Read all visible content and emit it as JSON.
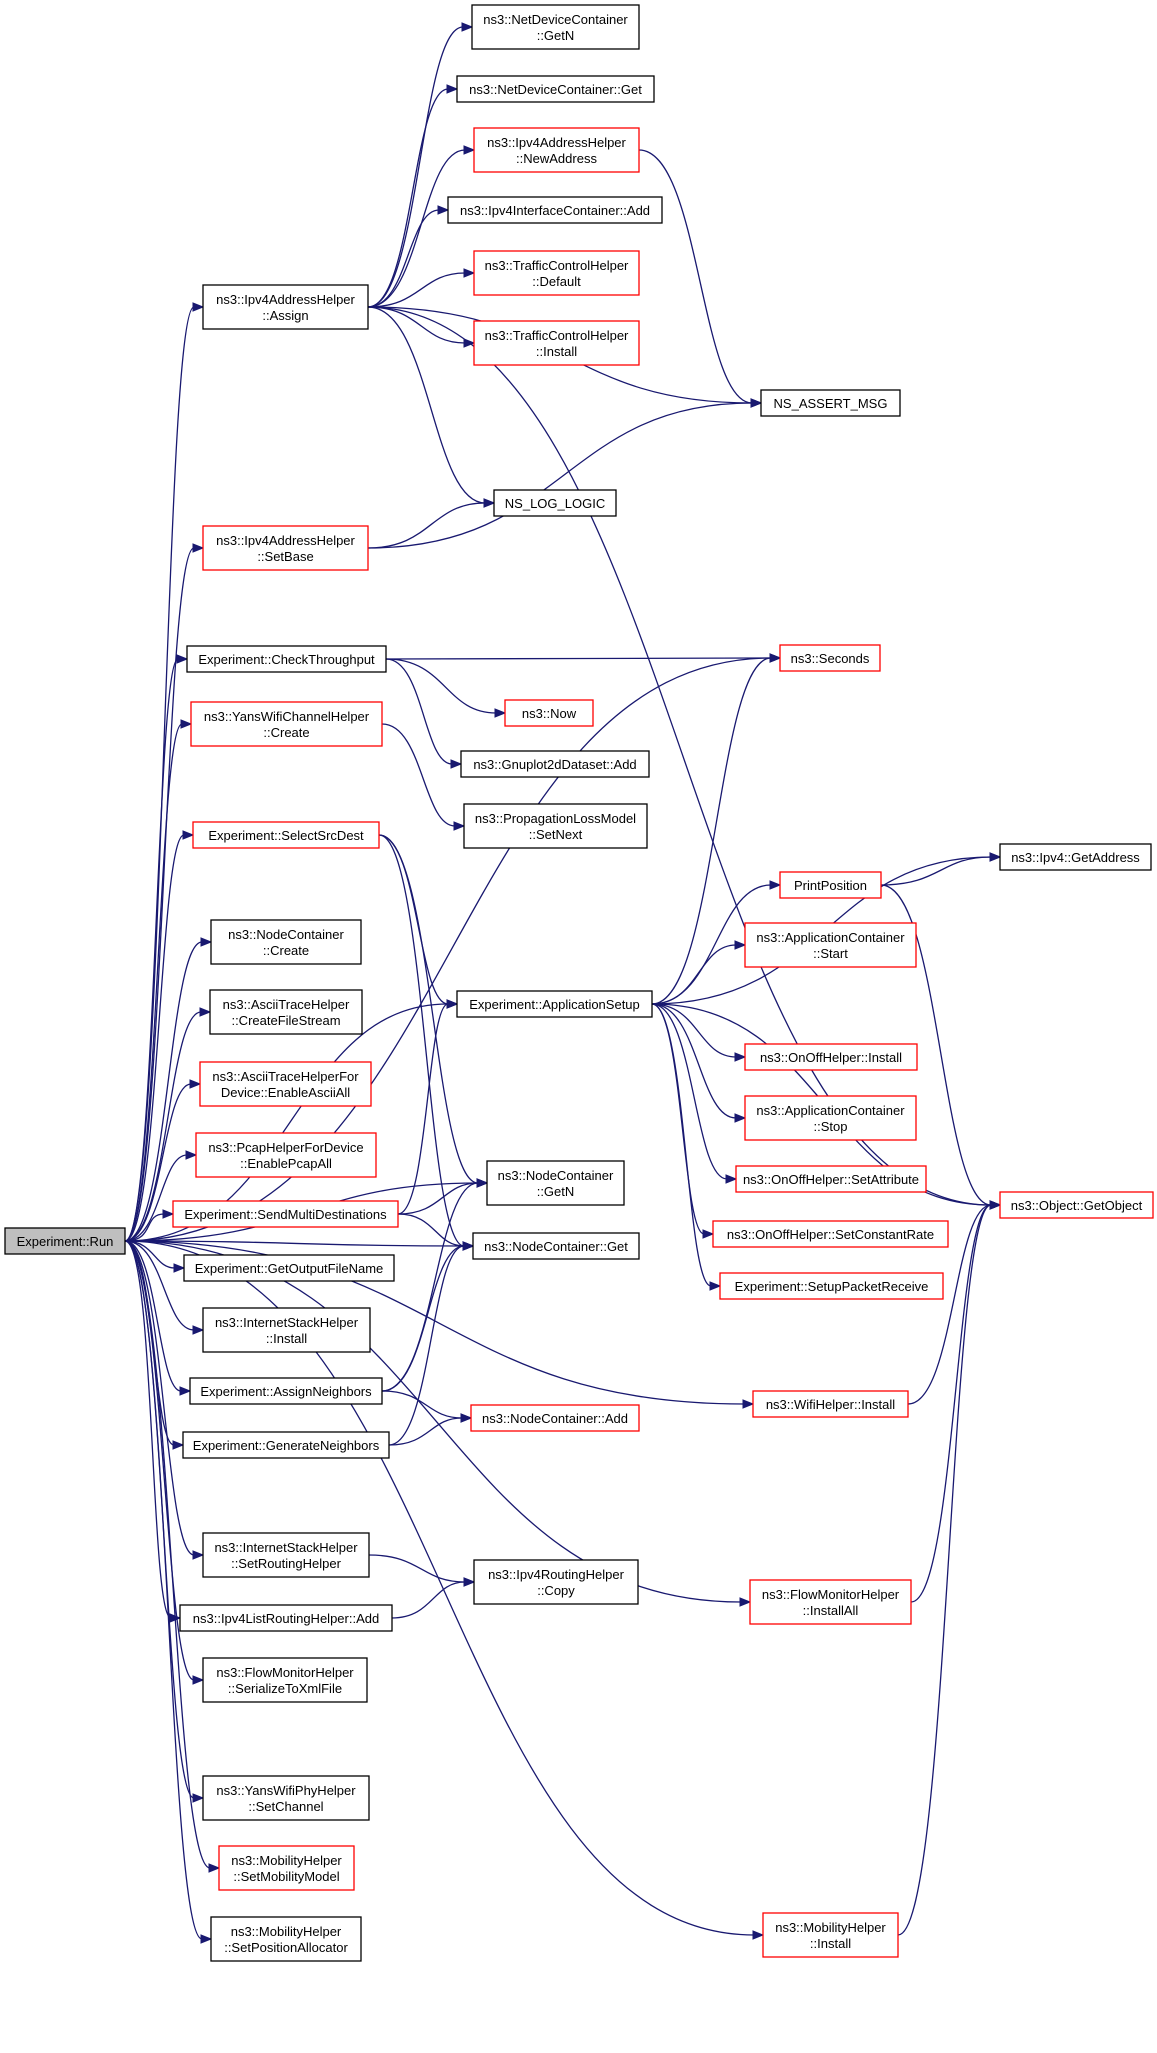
{
  "colors": {
    "edge": "#191970",
    "root_fill": "#bfbfbf",
    "documented": "#000000",
    "undocumented": "#ff0000"
  },
  "nodes": {
    "run": {
      "lines": [
        "Experiment::Run"
      ],
      "border": "#000000",
      "fill": "#bfbfbf"
    },
    "ipv4_assign": {
      "lines": [
        "ns3::Ipv4AddressHelper",
        "::Assign"
      ],
      "border": "#000000"
    },
    "ipv4_setbase": {
      "lines": [
        "ns3::Ipv4AddressHelper",
        "::SetBase"
      ],
      "border": "#ff0000"
    },
    "check_throughput": {
      "lines": [
        "Experiment::CheckThroughput"
      ],
      "border": "#000000"
    },
    "yans_channel_create": {
      "lines": [
        "ns3::YansWifiChannelHelper",
        "::Create"
      ],
      "border": "#ff0000"
    },
    "select_src_dest": {
      "lines": [
        "Experiment::SelectSrcDest"
      ],
      "border": "#ff0000"
    },
    "nodecontainer_create": {
      "lines": [
        "ns3::NodeContainer",
        "::Create"
      ],
      "border": "#000000"
    },
    "ascii_create_stream": {
      "lines": [
        "ns3::AsciiTraceHelper",
        "::CreateFileStream"
      ],
      "border": "#000000"
    },
    "ascii_enable_all": {
      "lines": [
        "ns3::AsciiTraceHelperFor",
        "Device::EnableAsciiAll"
      ],
      "border": "#ff0000"
    },
    "pcap_enable_all": {
      "lines": [
        "ns3::PcapHelperForDevice",
        "::EnablePcapAll"
      ],
      "border": "#ff0000"
    },
    "send_multi": {
      "lines": [
        "Experiment::SendMultiDestinations"
      ],
      "border": "#ff0000"
    },
    "get_output_file": {
      "lines": [
        "Experiment::GetOutputFileName"
      ],
      "border": "#000000"
    },
    "internet_install": {
      "lines": [
        "ns3::InternetStackHelper",
        "::Install"
      ],
      "border": "#000000"
    },
    "assign_neighbors": {
      "lines": [
        "Experiment::AssignNeighbors"
      ],
      "border": "#000000"
    },
    "generate_neighbors": {
      "lines": [
        "Experiment::GenerateNeighbors"
      ],
      "border": "#000000"
    },
    "internet_set_routing": {
      "lines": [
        "ns3::InternetStackHelper",
        "::SetRoutingHelper"
      ],
      "border": "#000000"
    },
    "ipv4list_add": {
      "lines": [
        "ns3::Ipv4ListRoutingHelper::Add"
      ],
      "border": "#000000"
    },
    "flowmon_serialize": {
      "lines": [
        "ns3::FlowMonitorHelper",
        "::SerializeToXmlFile"
      ],
      "border": "#000000"
    },
    "yans_phy_setchannel": {
      "lines": [
        "ns3::YansWifiPhyHelper",
        "::SetChannel"
      ],
      "border": "#000000"
    },
    "mobility_set_model": {
      "lines": [
        "ns3::MobilityHelper",
        "::SetMobilityModel"
      ],
      "border": "#ff0000"
    },
    "mobility_set_pos": {
      "lines": [
        "ns3::MobilityHelper",
        "::SetPositionAllocator"
      ],
      "border": "#000000"
    },
    "netdev_getn": {
      "lines": [
        "ns3::NetDeviceContainer",
        "::GetN"
      ],
      "border": "#000000"
    },
    "netdev_get": {
      "lines": [
        "ns3::NetDeviceContainer::Get"
      ],
      "border": "#000000"
    },
    "ipv4_newaddress": {
      "lines": [
        "ns3::Ipv4AddressHelper",
        "::NewAddress"
      ],
      "border": "#ff0000"
    },
    "ipv4if_add": {
      "lines": [
        "ns3::Ipv4InterfaceContainer::Add"
      ],
      "border": "#000000"
    },
    "tc_default": {
      "lines": [
        "ns3::TrafficControlHelper",
        "::Default"
      ],
      "border": "#ff0000"
    },
    "tc_install": {
      "lines": [
        "ns3::TrafficControlHelper",
        "::Install"
      ],
      "border": "#ff0000"
    },
    "ns_assert_msg": {
      "lines": [
        "NS_ASSERT_MSG"
      ],
      "border": "#000000"
    },
    "ns_log_logic": {
      "lines": [
        "NS_LOG_LOGIC"
      ],
      "border": "#000000"
    },
    "seconds": {
      "lines": [
        "ns3::Seconds"
      ],
      "border": "#ff0000"
    },
    "now": {
      "lines": [
        "ns3::Now"
      ],
      "border": "#ff0000"
    },
    "gnuplot_add": {
      "lines": [
        "ns3::Gnuplot2dDataset::Add"
      ],
      "border": "#000000"
    },
    "proploss_setnext": {
      "lines": [
        "ns3::PropagationLossModel",
        "::SetNext"
      ],
      "border": "#000000"
    },
    "app_setup": {
      "lines": [
        "Experiment::ApplicationSetup"
      ],
      "border": "#000000"
    },
    "nc_getn": {
      "lines": [
        "ns3::NodeContainer",
        "::GetN"
      ],
      "border": "#000000"
    },
    "nc_get": {
      "lines": [
        "ns3::NodeContainer::Get"
      ],
      "border": "#000000"
    },
    "nc_add": {
      "lines": [
        "ns3::NodeContainer::Add"
      ],
      "border": "#ff0000"
    },
    "ipv4routing_copy": {
      "lines": [
        "ns3::Ipv4RoutingHelper",
        "::Copy"
      ],
      "border": "#000000"
    },
    "print_position": {
      "lines": [
        "PrintPosition"
      ],
      "border": "#ff0000"
    },
    "ipv4_getaddress": {
      "lines": [
        "ns3::Ipv4::GetAddress"
      ],
      "border": "#000000"
    },
    "appcont_start": {
      "lines": [
        "ns3::ApplicationContainer",
        "::Start"
      ],
      "border": "#ff0000"
    },
    "onoff_install": {
      "lines": [
        "ns3::OnOffHelper::Install"
      ],
      "border": "#ff0000"
    },
    "appcont_stop": {
      "lines": [
        "ns3::ApplicationContainer",
        "::Stop"
      ],
      "border": "#ff0000"
    },
    "onoff_setattr": {
      "lines": [
        "ns3::OnOffHelper::SetAttribute"
      ],
      "border": "#ff0000"
    },
    "onoff_setrate": {
      "lines": [
        "ns3::OnOffHelper::SetConstantRate"
      ],
      "border": "#ff0000"
    },
    "setup_packet_receive": {
      "lines": [
        "Experiment::SetupPacketReceive"
      ],
      "border": "#ff0000"
    },
    "object_getobject": {
      "lines": [
        "ns3::Object::GetObject"
      ],
      "border": "#ff0000"
    },
    "wifi_install": {
      "lines": [
        "ns3::WifiHelper::Install"
      ],
      "border": "#ff0000"
    },
    "flowmon_installall": {
      "lines": [
        "ns3::FlowMonitorHelper",
        "::InstallAll"
      ],
      "border": "#ff0000"
    },
    "mobility_install": {
      "lines": [
        "ns3::MobilityHelper",
        "::Install"
      ],
      "border": "#ff0000"
    }
  },
  "edges": [
    [
      "run",
      "ipv4_assign"
    ],
    [
      "run",
      "ipv4_setbase"
    ],
    [
      "run",
      "check_throughput"
    ],
    [
      "run",
      "seconds"
    ],
    [
      "run",
      "yans_channel_create"
    ],
    [
      "run",
      "select_src_dest"
    ],
    [
      "run",
      "nodecontainer_create"
    ],
    [
      "run",
      "ascii_create_stream"
    ],
    [
      "run",
      "ascii_enable_all"
    ],
    [
      "run",
      "pcap_enable_all"
    ],
    [
      "run",
      "send_multi"
    ],
    [
      "run",
      "get_output_file"
    ],
    [
      "run",
      "internet_install"
    ],
    [
      "run",
      "assign_neighbors"
    ],
    [
      "run",
      "generate_neighbors"
    ],
    [
      "run",
      "wifi_install"
    ],
    [
      "run",
      "internet_set_routing"
    ],
    [
      "run",
      "ipv4list_add"
    ],
    [
      "run",
      "flowmon_serialize"
    ],
    [
      "run",
      "flowmon_installall"
    ],
    [
      "run",
      "yans_phy_setchannel"
    ],
    [
      "run",
      "mobility_set_model"
    ],
    [
      "run",
      "mobility_set_pos"
    ],
    [
      "run",
      "mobility_install"
    ],
    [
      "run",
      "app_setup"
    ],
    [
      "run",
      "nc_getn"
    ],
    [
      "run",
      "nc_get"
    ],
    [
      "ipv4_assign",
      "netdev_getn"
    ],
    [
      "ipv4_assign",
      "netdev_get"
    ],
    [
      "ipv4_assign",
      "ipv4_newaddress"
    ],
    [
      "ipv4_assign",
      "ipv4if_add"
    ],
    [
      "ipv4_assign",
      "tc_default"
    ],
    [
      "ipv4_assign",
      "tc_install"
    ],
    [
      "ipv4_assign",
      "ns_assert_msg"
    ],
    [
      "ipv4_assign",
      "ns_log_logic"
    ],
    [
      "ipv4_assign",
      "object_getobject"
    ],
    [
      "ipv4_newaddress",
      "ns_assert_msg"
    ],
    [
      "ipv4_setbase",
      "ns_log_logic"
    ],
    [
      "ipv4_setbase",
      "ns_assert_msg"
    ],
    [
      "check_throughput",
      "seconds"
    ],
    [
      "check_throughput",
      "now"
    ],
    [
      "check_throughput",
      "gnuplot_add"
    ],
    [
      "yans_channel_create",
      "proploss_setnext"
    ],
    [
      "select_src_dest",
      "app_setup"
    ],
    [
      "select_src_dest",
      "nc_getn"
    ],
    [
      "select_src_dest",
      "nc_get"
    ],
    [
      "send_multi",
      "app_setup"
    ],
    [
      "send_multi",
      "nc_getn"
    ],
    [
      "send_multi",
      "nc_get"
    ],
    [
      "assign_neighbors",
      "nc_getn"
    ],
    [
      "assign_neighbors",
      "nc_get"
    ],
    [
      "assign_neighbors",
      "nc_add"
    ],
    [
      "generate_neighbors",
      "nc_get"
    ],
    [
      "generate_neighbors",
      "nc_add"
    ],
    [
      "internet_set_routing",
      "ipv4routing_copy"
    ],
    [
      "ipv4list_add",
      "ipv4routing_copy"
    ],
    [
      "app_setup",
      "seconds"
    ],
    [
      "app_setup",
      "ipv4_getaddress"
    ],
    [
      "app_setup",
      "print_position"
    ],
    [
      "app_setup",
      "appcont_start"
    ],
    [
      "app_setup",
      "object_getobject"
    ],
    [
      "app_setup",
      "onoff_install"
    ],
    [
      "app_setup",
      "appcont_stop"
    ],
    [
      "app_setup",
      "onoff_setattr"
    ],
    [
      "app_setup",
      "onoff_setrate"
    ],
    [
      "app_setup",
      "setup_packet_receive"
    ],
    [
      "print_position",
      "ipv4_getaddress"
    ],
    [
      "print_position",
      "object_getobject"
    ],
    [
      "wifi_install",
      "object_getobject"
    ],
    [
      "flowmon_installall",
      "object_getobject"
    ],
    [
      "mobility_install",
      "object_getobject"
    ]
  ]
}
